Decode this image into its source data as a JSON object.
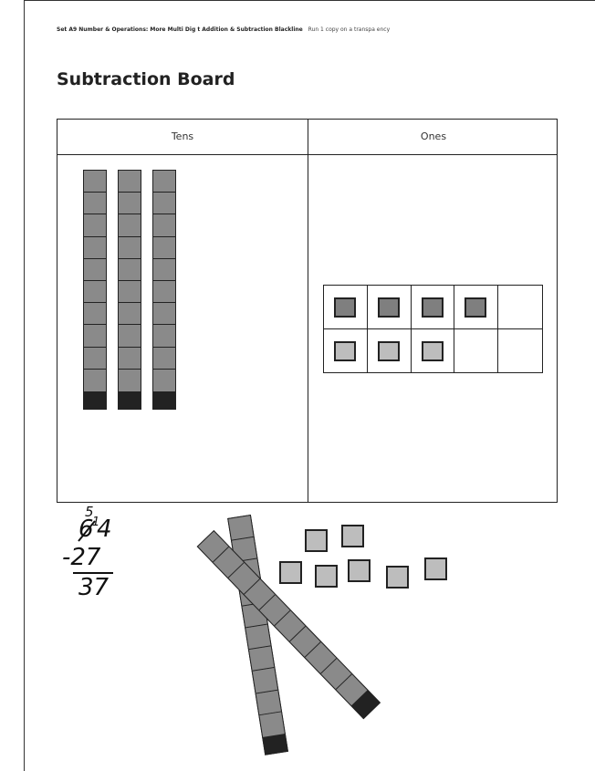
{
  "header": {
    "set_label": "Set A9 Number & Operations: More Multi Dig t Addition & Subtraction Blackline",
    "note": "Run 1 copy on a transpa ency"
  },
  "title": "Subtraction Board",
  "board": {
    "tens_header": "Tens",
    "ones_header": "Ones",
    "tens_rods": 3,
    "ten_frame": {
      "top_row": [
        "dark",
        "dark",
        "dark",
        "dark",
        "empty"
      ],
      "bottom_row": [
        "light",
        "light",
        "light",
        "empty",
        "empty"
      ]
    }
  },
  "work": {
    "regroup_digit": "5",
    "crossed_digit": "6",
    "carry_digit": "1",
    "ones_digit": "4",
    "subtrahend": "-27",
    "difference": "37",
    "loose_units": 7,
    "loose_rods": 2
  },
  "colors": {
    "dark_unit": "#7f7f7f",
    "light_unit": "#bdbdbd",
    "outline": "#222222"
  }
}
